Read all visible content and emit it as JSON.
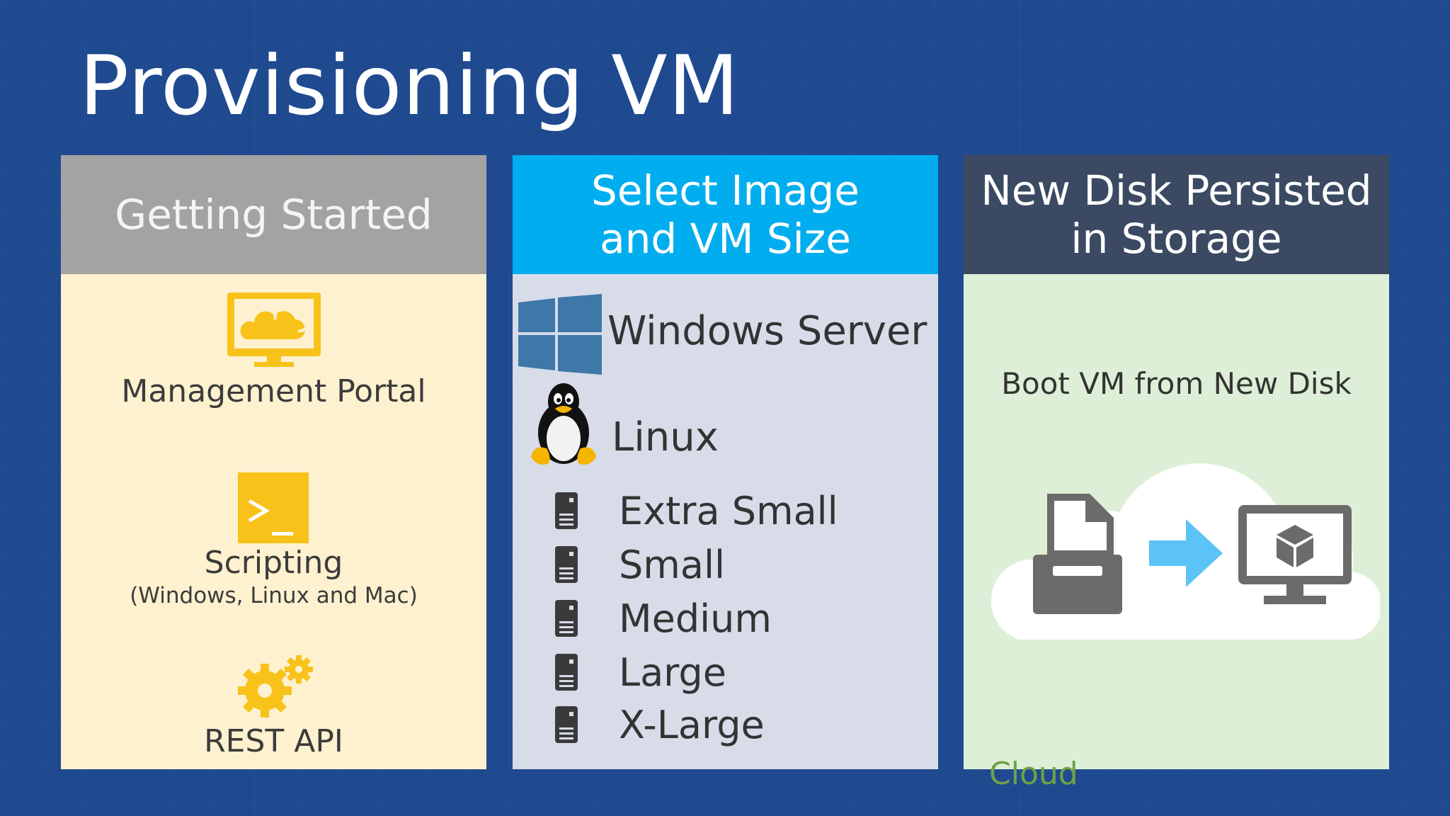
{
  "slide": {
    "title": "Provisioning VM"
  },
  "panels": {
    "getting_started": {
      "header": "Getting Started",
      "items": [
        {
          "label": "Management Portal",
          "icon": "monitor-cloud-icon"
        },
        {
          "label": "Scripting",
          "sublabel": "(Windows, Linux and Mac)",
          "icon": "terminal-icon"
        },
        {
          "label": "REST API",
          "icon": "gears-icon"
        }
      ]
    },
    "select_image": {
      "header_line1": "Select Image",
      "header_line2": "and VM Size",
      "images": [
        {
          "label": "Windows Server",
          "icon": "windows-logo-icon"
        },
        {
          "label": "Linux",
          "icon": "tux-penguin-icon"
        }
      ],
      "sizes": [
        "Extra Small",
        "Small",
        "Medium",
        "Large",
        "X-Large"
      ]
    },
    "new_disk": {
      "header_line1": "New Disk Persisted",
      "header_line2": "in Storage",
      "boot_label": "Boot VM from New Disk",
      "cloud_label": "Cloud"
    }
  },
  "colors": {
    "background": "#1f4a8f",
    "panel1_header": "#a3a3a3",
    "panel1_body": "#fdf1cf",
    "panel2_header": "#00adee",
    "panel2_body": "#d8dce9",
    "panel3_header": "#3b4a62",
    "panel3_body": "#ddefd6",
    "accent_yellow": "#f8c21a",
    "cloud_green": "#6fa246"
  }
}
